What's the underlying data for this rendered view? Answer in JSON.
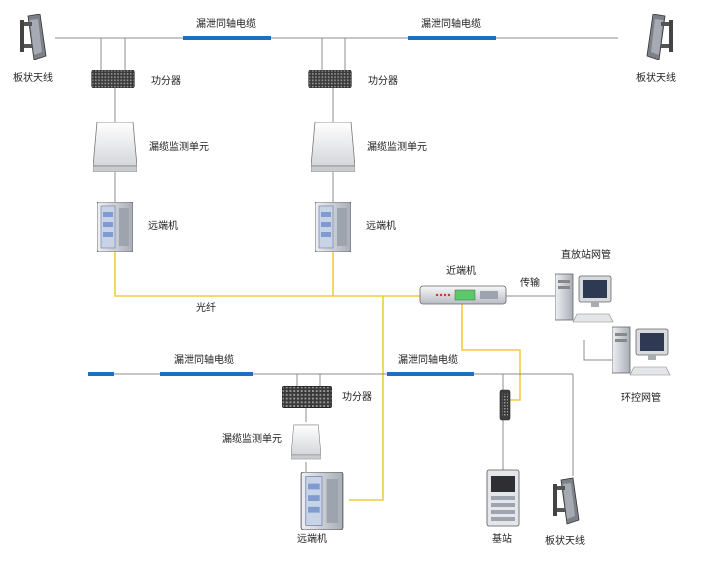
{
  "labels": {
    "cable_top_left": "漏泄同轴电缆",
    "cable_top_right": "漏泄同轴电缆",
    "antenna_top_left": "板状天线",
    "antenna_top_right": "板状天线",
    "splitter_1": "功分器",
    "splitter_2": "功分器",
    "monitor_1": "漏缆监测单元",
    "monitor_2": "漏缆监测单元",
    "remote_1": "远端机",
    "remote_2": "远端机",
    "fiber": "光纤",
    "near_end": "近端机",
    "transmission": "传输",
    "station_nms": "直放站网管",
    "env_nms": "环控网管",
    "cable_bottom_left": "漏泄同轴电缆",
    "cable_bottom_right": "漏泄同轴电缆",
    "splitter_3": "功分器",
    "monitor_3": "漏缆监测单元",
    "remote_3": "远端机",
    "base_station": "基站",
    "antenna_bottom": "板状天线"
  },
  "colors": {
    "fiber": "#f2cc3c",
    "coax_leaky": "#1e6fbf",
    "wire": "#8c8c8c",
    "lcd": "#5cc86a"
  }
}
